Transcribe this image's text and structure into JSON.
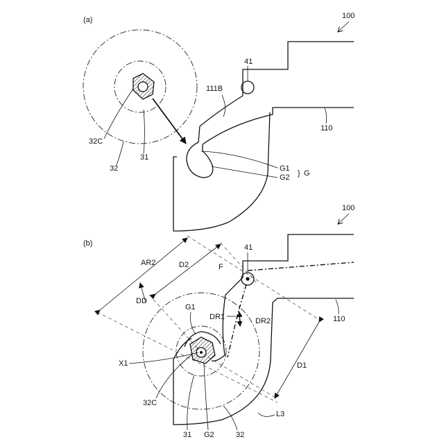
{
  "figure_a": {
    "panel_label": "(a)",
    "ref_100": "100",
    "labels": {
      "l41": "41",
      "l111B": "111B",
      "l110": "110",
      "l32C": "32C",
      "l31": "31",
      "l32": "32",
      "lG1": "G1",
      "lG2": "G2",
      "lG": "G"
    }
  },
  "figure_b": {
    "panel_label": "(b)",
    "ref_100": "100",
    "labels": {
      "l41": "41",
      "lF": "F",
      "lAR2": "AR2",
      "lD2": "D2",
      "lDD": "DD",
      "lG1": "G1",
      "lDR1": "DR1",
      "lDR2": "DR2",
      "l110": "110",
      "lX1": "X1",
      "lD1": "D1",
      "l32C": "32C",
      "l31": "31",
      "lG2": "G2",
      "l32": "32",
      "lL3": "L3"
    }
  }
}
